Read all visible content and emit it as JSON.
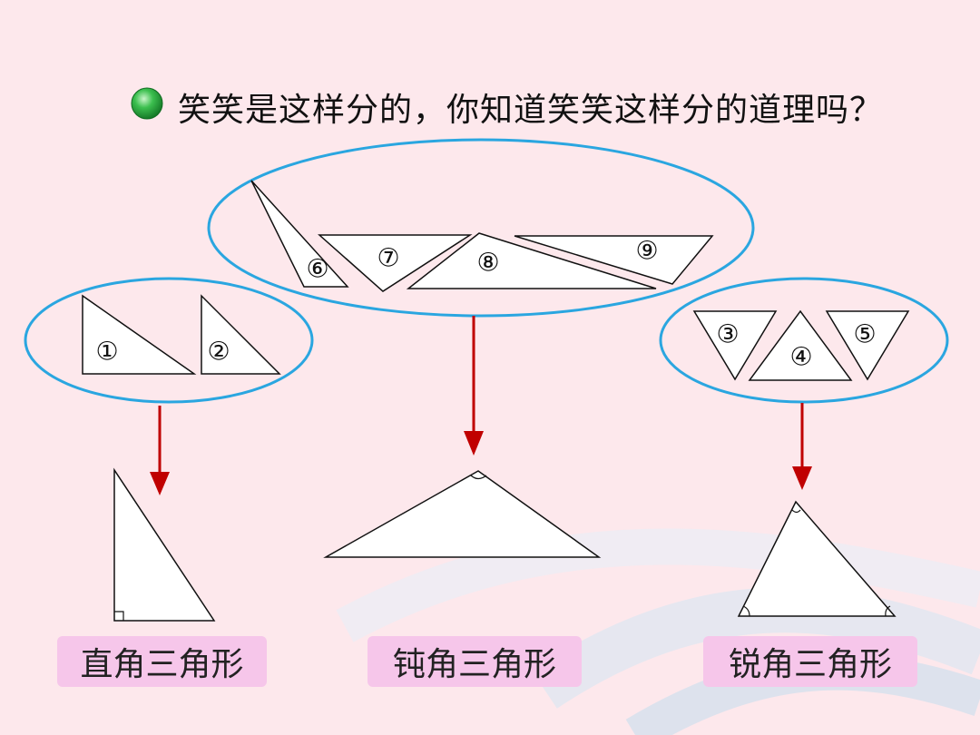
{
  "question": "笑笑是这样分的，你知道笑笑这样分的道理吗？",
  "piece_labels": [
    "①",
    "②",
    "③",
    "④",
    "⑤",
    "⑥",
    "⑦",
    "⑧",
    "⑨"
  ],
  "groups": [
    {
      "pieces": [
        "①",
        "②"
      ],
      "label": "直角三角形"
    },
    {
      "pieces": [
        "⑥",
        "⑦",
        "⑧",
        "⑨"
      ],
      "label": "钝角三角形"
    },
    {
      "pieces": [
        "③",
        "④",
        "⑤"
      ],
      "label": "锐角三角形"
    }
  ],
  "colors": {
    "background": "#fde8ec",
    "ellipse": "#2aa6e0",
    "arrow": "#c00000",
    "label_bg": "#f6c6ea",
    "bullet": "#2fa845"
  }
}
